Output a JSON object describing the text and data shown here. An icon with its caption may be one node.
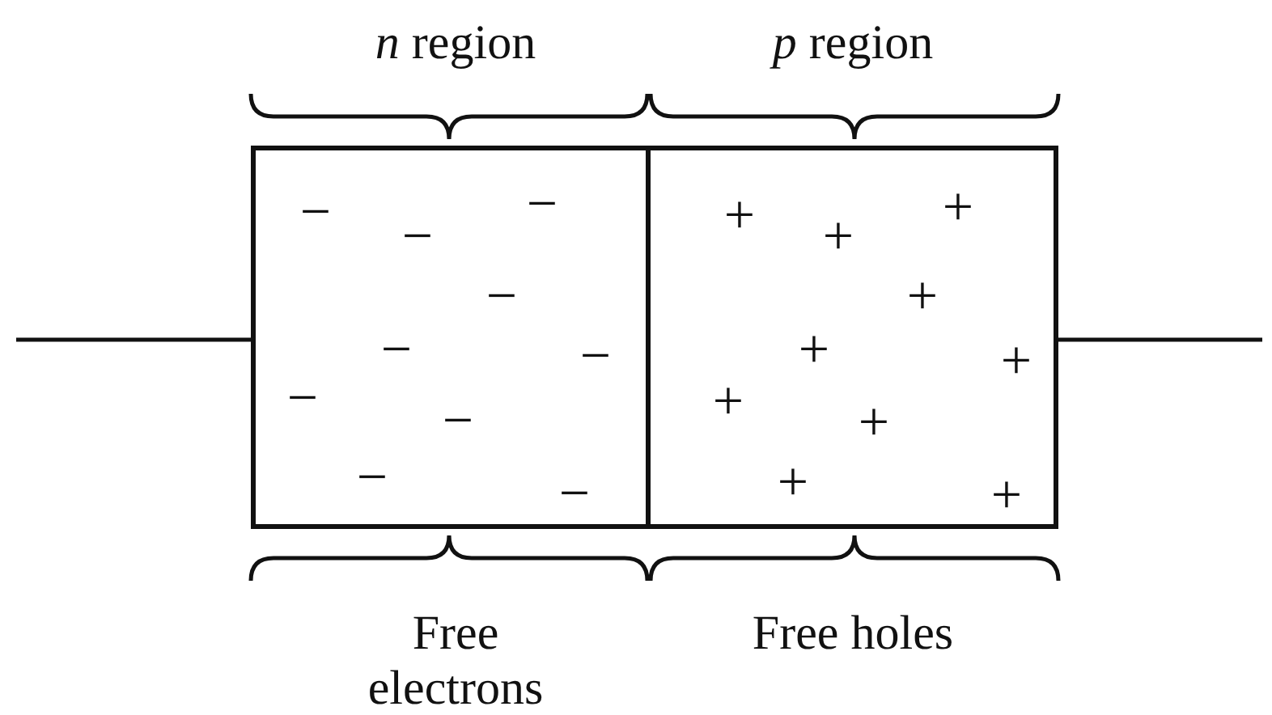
{
  "diagram": {
    "nodes": [
      {
        "text": [
          "*n* region",
          "Free electrons"
        ]
      },
      {
        "text": [
          "*p* region",
          "Free holes"
        ]
      }
    ],
    "edges": [
      {
        "from": null,
        "to": 0,
        "arrow": "none"
      },
      {
        "from": 1,
        "to": null,
        "arrow": "none"
      }
    ],
    "labels": [
      "−",
      "−",
      "−",
      "−",
      "−",
      "−",
      "−",
      "−",
      "−",
      "−",
      "+",
      "+",
      "+",
      "+",
      "+",
      "+",
      "+",
      "+",
      "+",
      "+"
    ]
  }
}
